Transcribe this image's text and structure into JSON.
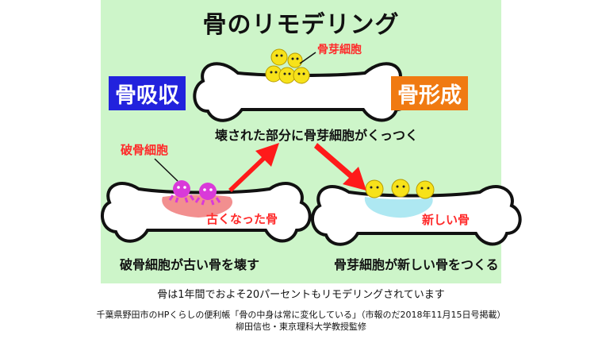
{
  "title": "骨のリモデリング",
  "labels": {
    "resorption": "骨吸収",
    "formation": "骨形成",
    "osteoblast_top": "骨芽細胞",
    "attach": "壊された部分に骨芽細胞がくっつく",
    "osteoclast": "破骨細胞",
    "old_bone": "古くなった骨",
    "new_bone": "新しい骨",
    "left_caption": "破骨細胞が古い骨を壊す",
    "right_caption": "骨芽細胞が新しい骨をつくる"
  },
  "caption": "骨は1年間でおよそ20パーセントもリモデリングされています",
  "source_line1": "千葉県野田市のHPくらしの便利帳「骨の中身は常に変化している」（市報のだ2018年11月15日号掲載）",
  "source_line2": "柳田信也・東京理科大学教授監修",
  "colors": {
    "background": "#cdf5c9",
    "resorption_badge": "#2222dd",
    "formation_badge": "#f07a12",
    "arrow": "#ff1a1a",
    "osteoblast": "#f7e21a",
    "osteoclast": "#d93ad9",
    "old_bone_area": "#f28f8f",
    "new_bone_area": "#aee8f2"
  }
}
